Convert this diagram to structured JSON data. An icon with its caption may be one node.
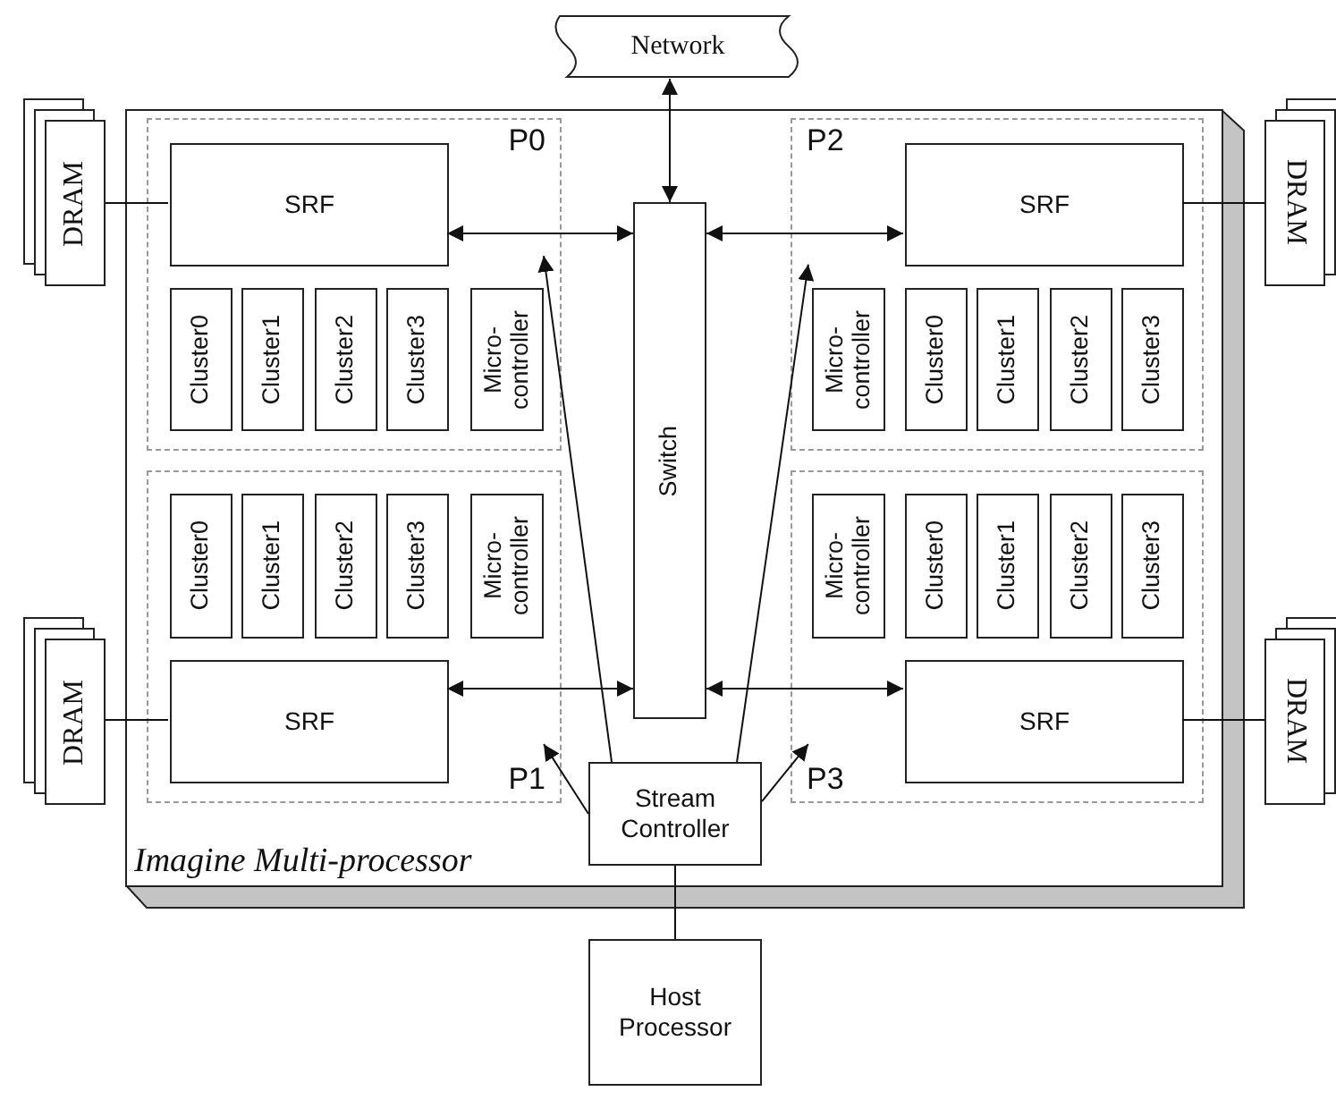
{
  "diagram": {
    "nodes": [
      {
        "text": [
          "Network"
        ]
      },
      {
        "text": [
          "DRAM"
        ]
      },
      {
        "text": [
          "Imagine Multi-processor"
        ]
      },
      {
        "text": [
          "P0"
        ],
        "in": 2
      },
      {
        "text": [
          "SRF"
        ],
        "in": 3
      },
      {
        "text": [
          "Cluster0"
        ],
        "in": 3
      },
      {
        "text": [
          "Cluster1"
        ],
        "in": 3
      },
      {
        "text": [
          "Cluster2"
        ],
        "in": 3
      },
      {
        "text": [
          "Cluster3"
        ],
        "in": 3
      },
      {
        "text": [
          "Micro- controller"
        ],
        "in": 3
      },
      {
        "text": [
          "Switch"
        ],
        "in": 2
      },
      {
        "text": [
          "P2"
        ],
        "in": 2
      },
      {
        "text": [
          "SRF"
        ],
        "in": 11
      },
      {
        "text": [
          "Micro- controller"
        ],
        "in": 11
      },
      {
        "text": [
          "Cluster0"
        ],
        "in": 11
      },
      {
        "text": [
          "Cluster1"
        ],
        "in": 11
      },
      {
        "text": [
          "Cluster2"
        ],
        "in": 11
      },
      {
        "text": [
          "Cluster3"
        ],
        "in": 11
      },
      {
        "text": [
          "DRAM"
        ]
      },
      {
        "text": [
          "DRAM"
        ]
      },
      {
        "text": [
          "P1"
        ],
        "in": 2
      },
      {
        "text": [
          "Cluster0"
        ],
        "in": 20
      },
      {
        "text": [
          "Cluster1"
        ],
        "in": 20
      },
      {
        "text": [
          "Cluster2"
        ],
        "in": 20
      },
      {
        "text": [
          "Cluster3"
        ],
        "in": 20
      },
      {
        "text": [
          "Micro- controller"
        ],
        "in": 20
      },
      {
        "text": [
          "SRF"
        ],
        "in": 20
      },
      {
        "text": [
          "P3"
        ],
        "in": 2
      },
      {
        "text": [
          "Micro- controller"
        ],
        "in": 27
      },
      {
        "text": [
          "Cluster0"
        ],
        "in": 27
      },
      {
        "text": [
          "Cluster1"
        ],
        "in": 27
      },
      {
        "text": [
          "Cluster2"
        ],
        "in": 27
      },
      {
        "text": [
          "Cluster3"
        ],
        "in": 27
      },
      {
        "text": [
          "SRF"
        ],
        "in": 27
      },
      {
        "text": [
          "DRAM"
        ]
      },
      {
        "text": [
          "Stream Controller"
        ],
        "in": 2
      },
      {
        "text": [
          "Host Processor"
        ]
      }
    ],
    "edges": [
      {
        "from": 0,
        "to": 10,
        "arrow": "both"
      },
      {
        "from": 4,
        "to": 10,
        "arrow": "both"
      },
      {
        "from": 12,
        "to": 10,
        "arrow": "both"
      },
      {
        "from": 26,
        "to": 10,
        "arrow": "both"
      },
      {
        "from": 33,
        "to": 10,
        "arrow": "both"
      },
      {
        "from": 1,
        "to": 4,
        "arrow": "none"
      },
      {
        "from": 12,
        "to": 18,
        "arrow": "none"
      },
      {
        "from": 19,
        "to": 26,
        "arrow": "none"
      },
      {
        "from": 33,
        "to": 34,
        "arrow": "none"
      },
      {
        "from": 35,
        "to": 3,
        "arrow": "to"
      },
      {
        "from": 35,
        "to": 11,
        "arrow": "to"
      },
      {
        "from": 35,
        "to": 20,
        "arrow": "to"
      },
      {
        "from": 35,
        "to": 27,
        "arrow": "to"
      },
      {
        "from": 35,
        "to": 36,
        "arrow": "none"
      }
    ]
  }
}
